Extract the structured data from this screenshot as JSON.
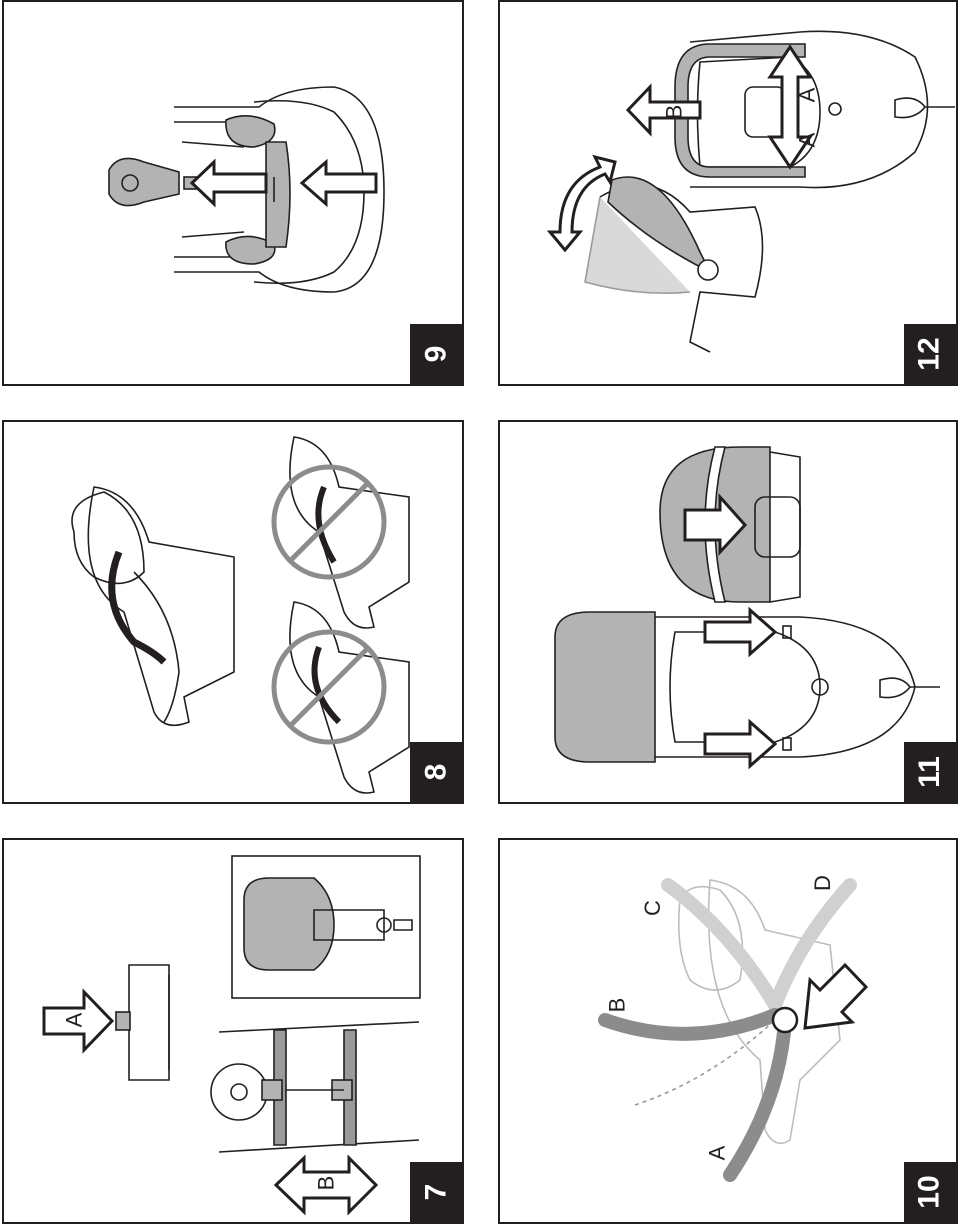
{
  "panels": [
    {
      "id": "p9",
      "number": "9"
    },
    {
      "id": "p12",
      "number": "12",
      "labels": {
        "a1": "A",
        "a2": "A",
        "b": "B"
      }
    },
    {
      "id": "p8",
      "number": "8"
    },
    {
      "id": "p11",
      "number": "11"
    },
    {
      "id": "p7",
      "number": "7",
      "labels": {
        "a": "A",
        "b": "B"
      }
    },
    {
      "id": "p10",
      "number": "10",
      "labels": {
        "a": "A",
        "b": "B",
        "c": "C",
        "d": "D"
      }
    }
  ],
  "colors": {
    "line": "#231f20",
    "shade": "#b3b3b3",
    "shade_dark": "#9a9a9a",
    "prohibit": "#8c8c8c"
  },
  "icons": [
    "arrow-icon",
    "prohibited-icon",
    "double-arrow-icon"
  ]
}
